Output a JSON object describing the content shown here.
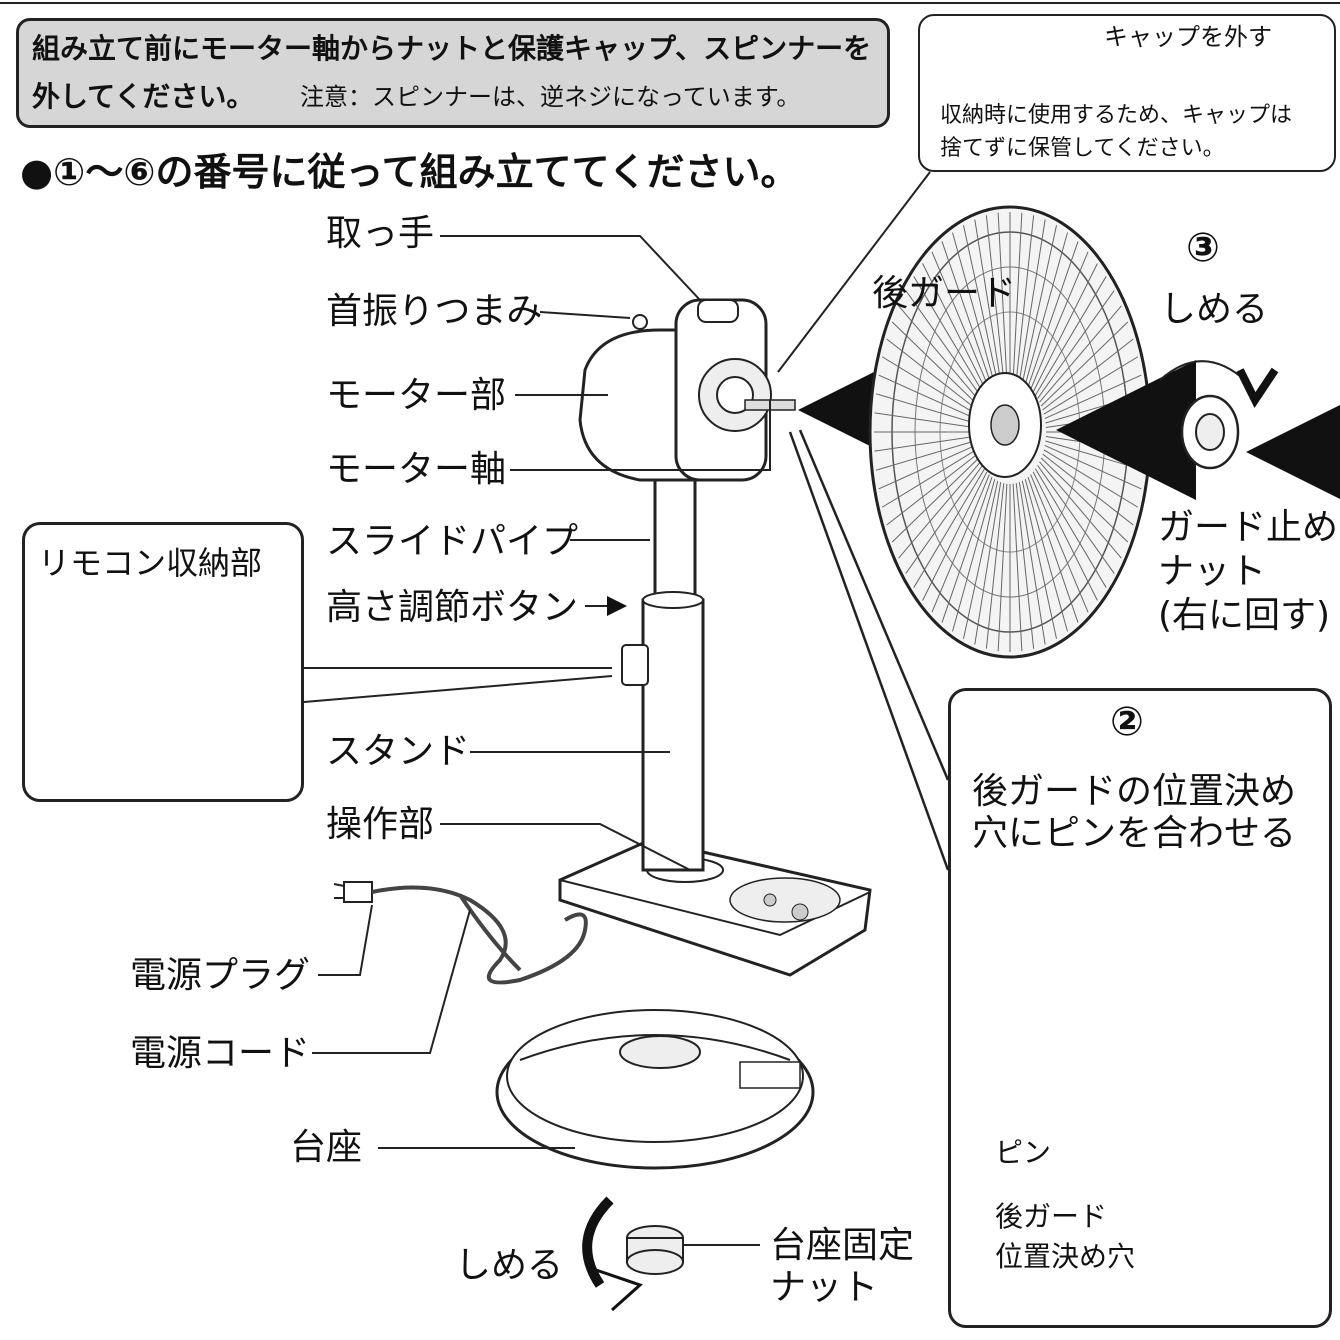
{
  "notice": {
    "line1": "組み立て前にモーター軸からナットと保護キャップ、スピンナーを",
    "line2": "外してください。",
    "caution": "注意：スピンナーは、逆ネジになっています。"
  },
  "cap_box": {
    "action": "キャップを外す",
    "note_line1": "収納時に使用するため、キャップは",
    "note_line2": "捨てずに保管してください。"
  },
  "heading": "●①～⑥の番号に従って組み立ててください。",
  "labels": {
    "handle": "取っ手",
    "swing_knob": "首振りつまみ",
    "motor": "モーター部",
    "motor_shaft": "モーター軸",
    "slide_pipe": "スライドパイプ",
    "height_button": "高さ調節ボタン",
    "stand": "スタンド",
    "control": "操作部",
    "power_plug": "電源プラグ",
    "power_cord": "電源コード",
    "base": "台座",
    "base_tighten": "しめる",
    "base_nut_line1": "台座固定",
    "base_nut_line2": "ナット",
    "rear_guard": "後ガード",
    "guard_nut_line1": "ガード止め",
    "guard_nut_line2": "ナット",
    "guard_nut_line3": "(右に回す)"
  },
  "remote_box": {
    "title": "リモコン収納部"
  },
  "step3": {
    "number": "③",
    "action": "しめる"
  },
  "step2": {
    "number": "②",
    "line1": "後ガードの位置決め",
    "line2": "穴にピンを合わせる",
    "pin": "ピン",
    "hole_line1": "後ガード",
    "hole_line2": "位置決め穴"
  }
}
